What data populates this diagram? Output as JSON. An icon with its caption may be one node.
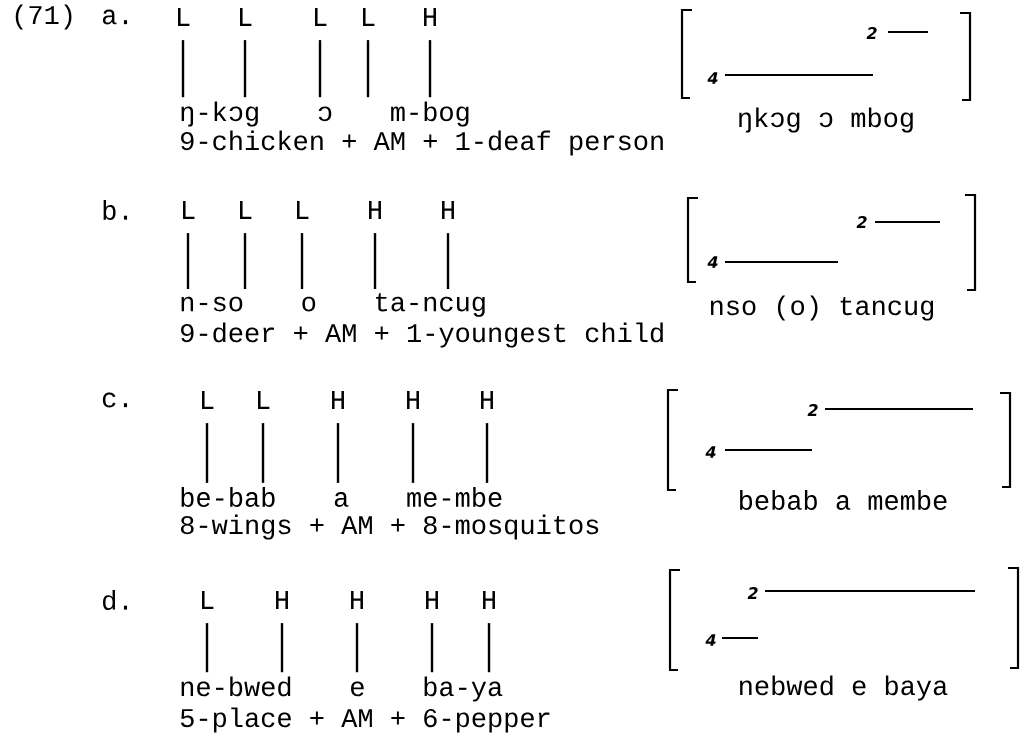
{
  "diagram": {
    "nodes": [
      {
        "text": [
          "L"
        ]
      },
      {
        "text": [
          "L"
        ]
      },
      {
        "text": [
          "L"
        ]
      },
      {
        "text": [
          "L"
        ]
      },
      {
        "text": [
          "H"
        ]
      },
      {
        "text": [
          "ŋ-kɔg ɔ m-bog"
        ]
      },
      {
        "text": [
          "L"
        ]
      },
      {
        "text": [
          "L"
        ]
      },
      {
        "text": [
          "L"
        ]
      },
      {
        "text": [
          "H"
        ]
      },
      {
        "text": [
          "H"
        ]
      },
      {
        "text": [
          "n-so o ta-ncug"
        ]
      },
      {
        "text": [
          "L"
        ]
      },
      {
        "text": [
          "L"
        ]
      },
      {
        "text": [
          "H"
        ]
      },
      {
        "text": [
          "H"
        ]
      },
      {
        "text": [
          "H"
        ]
      },
      {
        "text": [
          "be-bab a me-mbe"
        ]
      },
      {
        "text": [
          "L"
        ]
      },
      {
        "text": [
          "H"
        ]
      },
      {
        "text": [
          "H"
        ]
      },
      {
        "text": [
          "H"
        ]
      },
      {
        "text": [
          "H"
        ]
      },
      {
        "text": [
          "ne-bwed e ba-ya"
        ]
      }
    ],
    "edges": [
      {
        "from": 0,
        "to": 5,
        "arrow": "none"
      },
      {
        "from": 1,
        "to": 5,
        "arrow": "none"
      },
      {
        "from": 2,
        "to": 5,
        "arrow": "none"
      },
      {
        "from": 3,
        "to": 5,
        "arrow": "none"
      },
      {
        "from": 4,
        "to": 5,
        "arrow": "none"
      },
      {
        "from": 6,
        "to": 11,
        "arrow": "none"
      },
      {
        "from": 7,
        "to": 11,
        "arrow": "none"
      },
      {
        "from": 8,
        "to": 11,
        "arrow": "none"
      },
      {
        "from": 9,
        "to": 11,
        "arrow": "none"
      },
      {
        "from": 10,
        "to": 11,
        "arrow": "none"
      },
      {
        "from": 12,
        "to": 17,
        "arrow": "none"
      },
      {
        "from": 13,
        "to": 17,
        "arrow": "none"
      },
      {
        "from": 14,
        "to": 17,
        "arrow": "none"
      },
      {
        "from": 15,
        "to": 17,
        "arrow": "none"
      },
      {
        "from": 16,
        "to": 17,
        "arrow": "none"
      },
      {
        "from": 18,
        "to": 23,
        "arrow": "none"
      },
      {
        "from": 19,
        "to": 23,
        "arrow": "none"
      },
      {
        "from": 20,
        "to": 23,
        "arrow": "none"
      },
      {
        "from": 21,
        "to": 23,
        "arrow": "none"
      },
      {
        "from": 22,
        "to": 23,
        "arrow": "none"
      }
    ],
    "labels": [
      "(71)",
      "a.",
      "9-chicken + AM + 1-deaf person",
      "2",
      "4",
      "ŋkɔg ɔ mbog",
      "b.",
      "9-deer + AM + 1-youngest child",
      "2",
      "4",
      "nso (o) tancug",
      "c.",
      "8-wings + AM + 8-mosquitos",
      "2",
      "4",
      "bebab a membe",
      "d.",
      "5-place + AM + 6-pepper",
      "2",
      "4",
      "nebwed e baya"
    ]
  }
}
